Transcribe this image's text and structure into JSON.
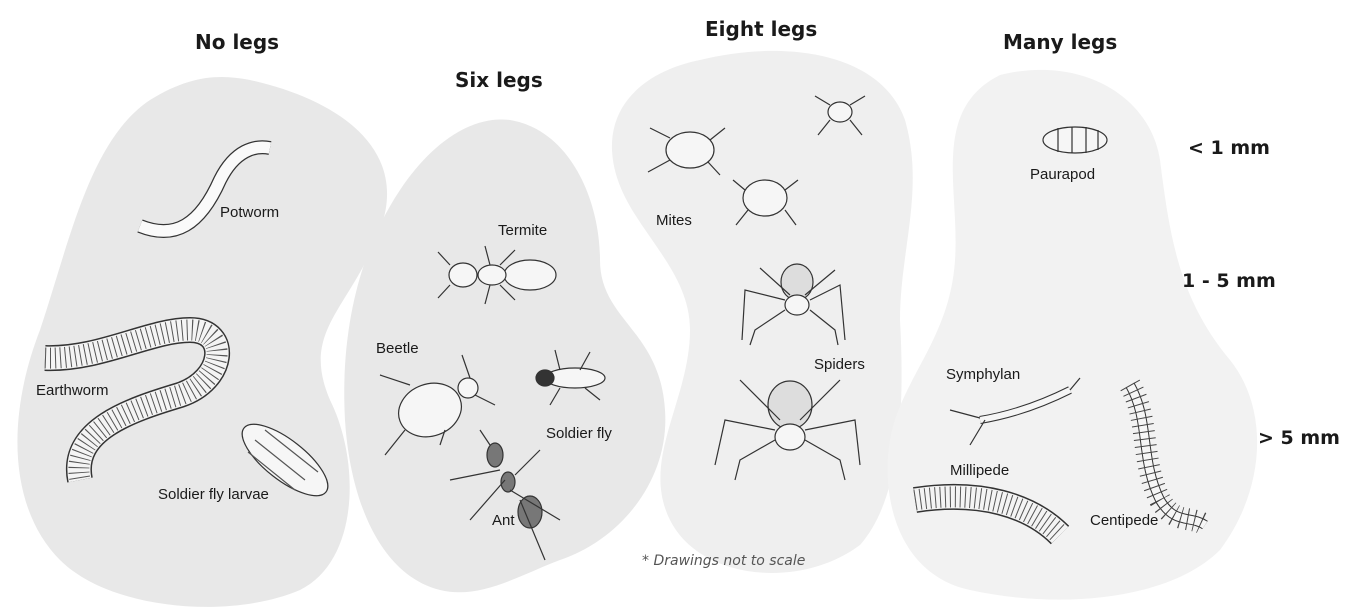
{
  "groups": [
    {
      "heading": "No legs",
      "animals": [
        "Potworm",
        "Earthworm",
        "Soldier fly larvae"
      ]
    },
    {
      "heading": "Six legs",
      "animals": [
        "Termite",
        "Beetle",
        "Soldier fly",
        "Ant"
      ]
    },
    {
      "heading": "Eight legs",
      "animals": [
        "Mites",
        "Spiders"
      ]
    },
    {
      "heading": "Many legs",
      "animals": [
        "Paurapod",
        "Symphylan",
        "Millipede",
        "Centipede"
      ]
    }
  ],
  "size_classes": [
    "< 1 mm",
    "1 - 5 mm",
    "> 5 mm"
  ],
  "note": "* Drawings not to scale",
  "colors": {
    "blob_gray": "#e8e8e8",
    "blob_light": "#f2f2f2",
    "ink": "#333333",
    "dark_part": "#666666"
  }
}
